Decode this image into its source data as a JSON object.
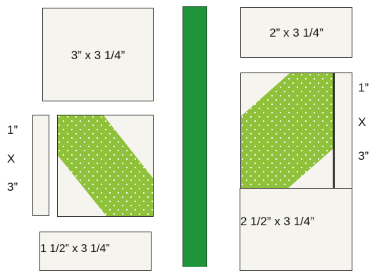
{
  "colors": {
    "background": "#ffffff",
    "piece_fill": "#f5f4ef",
    "outline": "#2a2a2a",
    "divider_green": "#1f9339",
    "print_green": "#8fc13a",
    "dot_color": "#ffffff"
  },
  "left_column": {
    "top_piece": "3” x 3 1/4”",
    "side_strip": [
      "1”",
      "X",
      "3”"
    ],
    "bottom_piece": "1 1/2” x 3 1/4”"
  },
  "right_column": {
    "top_piece": "2” x 3 1/4”",
    "side_strip": [
      "1”",
      "X",
      "3”"
    ],
    "bottom_piece": "2 1/2” x 3 1/4”"
  }
}
